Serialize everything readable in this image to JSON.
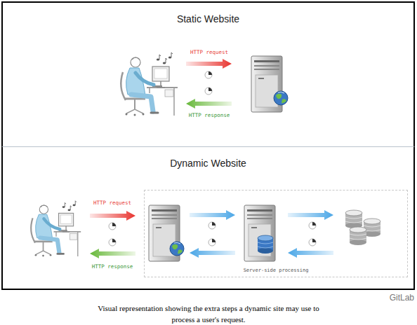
{
  "diagram": {
    "caption": "Visual representation showing the extra steps a dynamic site may use to process a user's request.",
    "nodes": [
      {
        "text": [
          "Static Website"
        ]
      },
      {
        "text": [
          "Dynamic Website"
        ]
      },
      {
        "text": [
          "Server-side processing"
        ],
        "in": 1
      }
    ],
    "labels": [
      "HTTP request",
      "HTTP response",
      "HTTP request",
      "HTTP response",
      "GitLab"
    ]
  }
}
